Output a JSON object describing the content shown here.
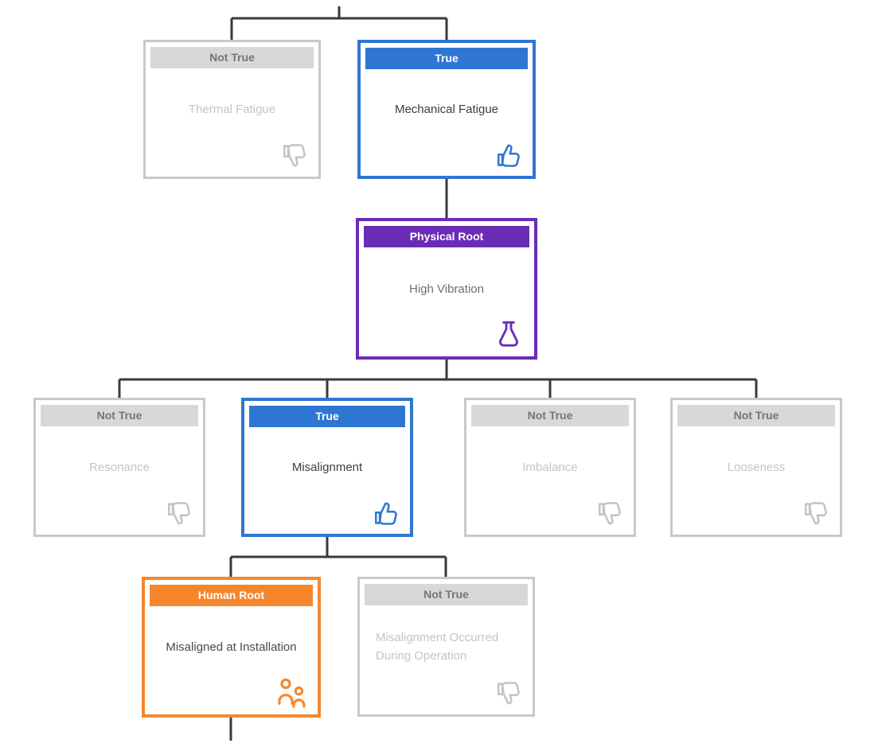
{
  "diagram": {
    "kind": "root-cause-fault-tree",
    "colors": {
      "true_accent": "#2f76d2",
      "not_true_border": "#c9c9c9",
      "not_true_header_bg": "#d8d8d8",
      "not_true_text": "#c4c4c4",
      "physical_root_accent": "#6a2cb5",
      "human_root_accent": "#f6862c",
      "connector": "#3a3a3a",
      "background": "#ffffff"
    },
    "nodes": [
      {
        "id": "thermal-fatigue",
        "status": "Not True",
        "label": "Thermal Fatigue",
        "variant": "not-true",
        "icon": "thumbs-down"
      },
      {
        "id": "mechanical-fatigue",
        "status": "True",
        "label": "Mechanical Fatigue",
        "variant": "true",
        "icon": "thumbs-up"
      },
      {
        "id": "high-vibration",
        "status": "Physical Root",
        "label": "High Vibration",
        "variant": "physical-root",
        "icon": "flask"
      },
      {
        "id": "resonance",
        "status": "Not True",
        "label": "Resonance",
        "variant": "not-true",
        "icon": "thumbs-down"
      },
      {
        "id": "misalignment",
        "status": "True",
        "label": "Misalignment",
        "variant": "true",
        "icon": "thumbs-up"
      },
      {
        "id": "imbalance",
        "status": "Not True",
        "label": "Imbalance",
        "variant": "not-true",
        "icon": "thumbs-down"
      },
      {
        "id": "looseness",
        "status": "Not True",
        "label": "Looseness",
        "variant": "not-true",
        "icon": "thumbs-down"
      },
      {
        "id": "misaligned-at-installation",
        "status": "Human Root",
        "label": "Misaligned at Installation",
        "variant": "human-root",
        "icon": "people"
      },
      {
        "id": "misalignment-during-operation",
        "status": "Not True",
        "label": "Misalignment Occurred During Operation",
        "variant": "not-true",
        "icon": "thumbs-down"
      }
    ],
    "edges": [
      [
        "mechanical-fatigue",
        "high-vibration"
      ],
      [
        "high-vibration",
        "resonance"
      ],
      [
        "high-vibration",
        "misalignment"
      ],
      [
        "high-vibration",
        "imbalance"
      ],
      [
        "high-vibration",
        "looseness"
      ],
      [
        "misalignment",
        "misaligned-at-installation"
      ],
      [
        "misalignment",
        "misalignment-during-operation"
      ]
    ],
    "top_connector_continues_offscreen": true,
    "bottom_connector_continues_offscreen": true
  }
}
